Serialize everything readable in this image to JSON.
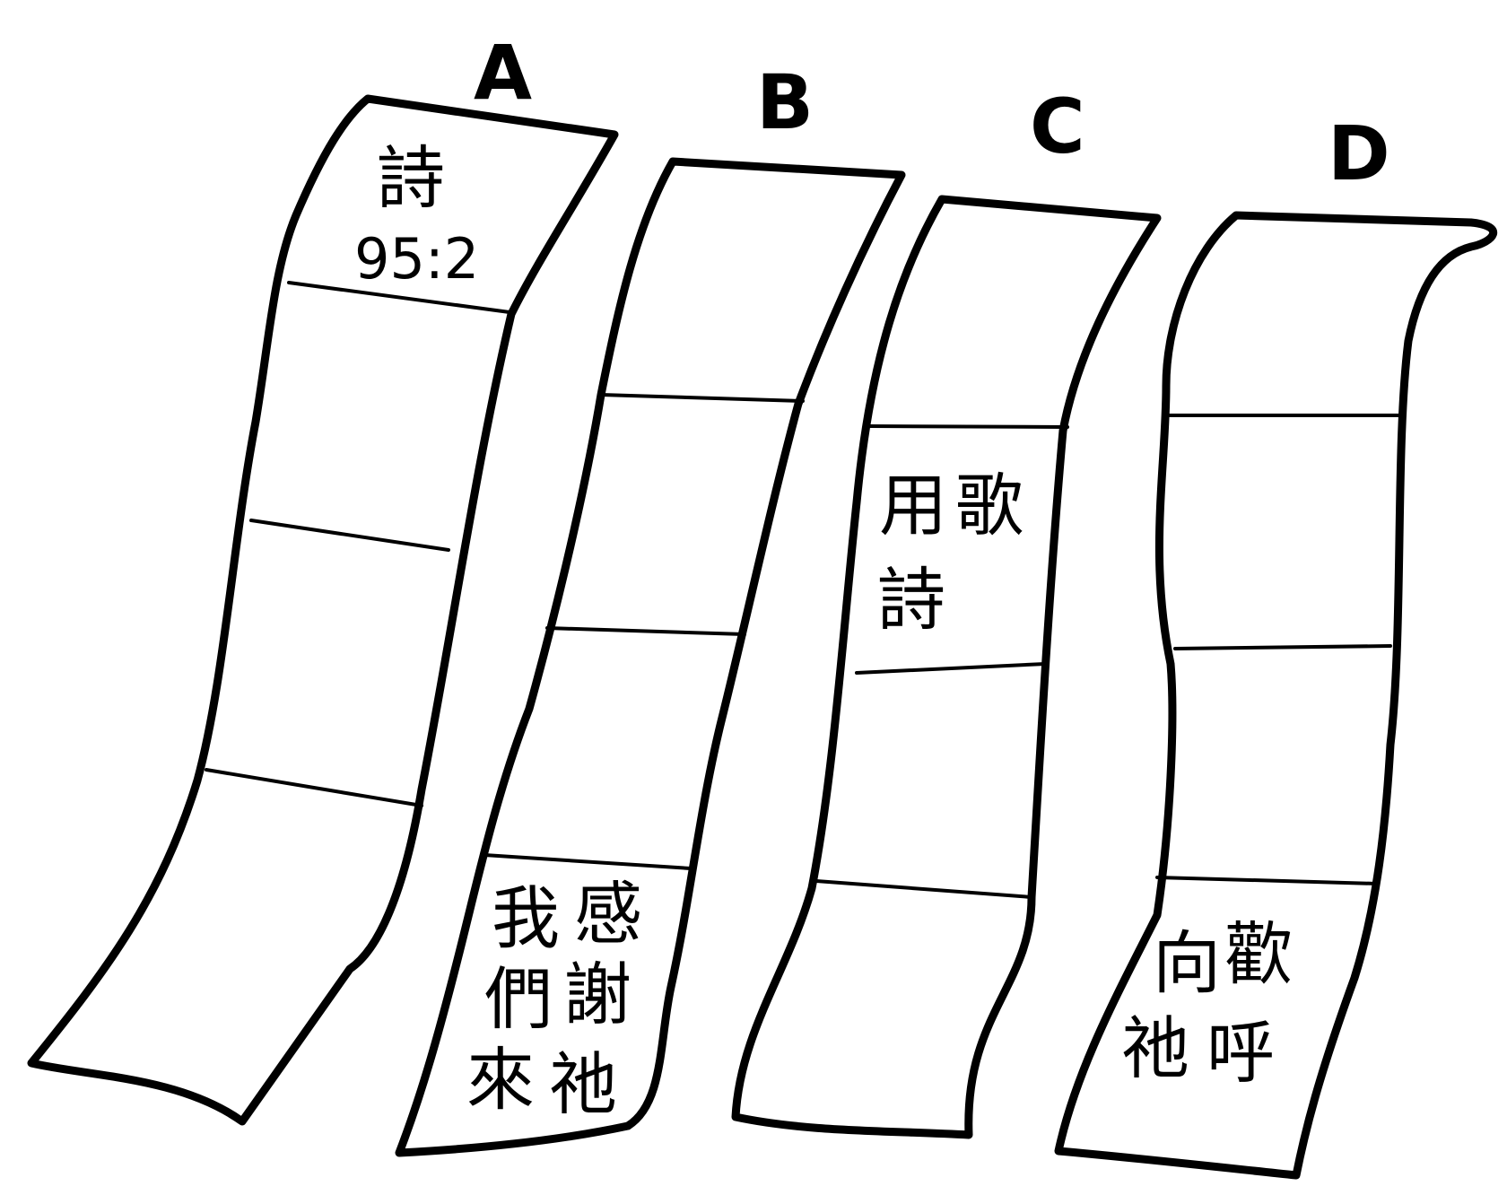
{
  "strips": [
    {
      "label": "A",
      "text": [
        "詩",
        "95:2"
      ]
    },
    {
      "label": "B",
      "text": [
        "感",
        "謝",
        "祂",
        "我",
        "們",
        "來"
      ]
    },
    {
      "label": "C",
      "text": [
        "歌",
        "用",
        "詩"
      ]
    },
    {
      "label": "D",
      "text": [
        "歡",
        "呼",
        "向",
        "祂"
      ]
    }
  ]
}
